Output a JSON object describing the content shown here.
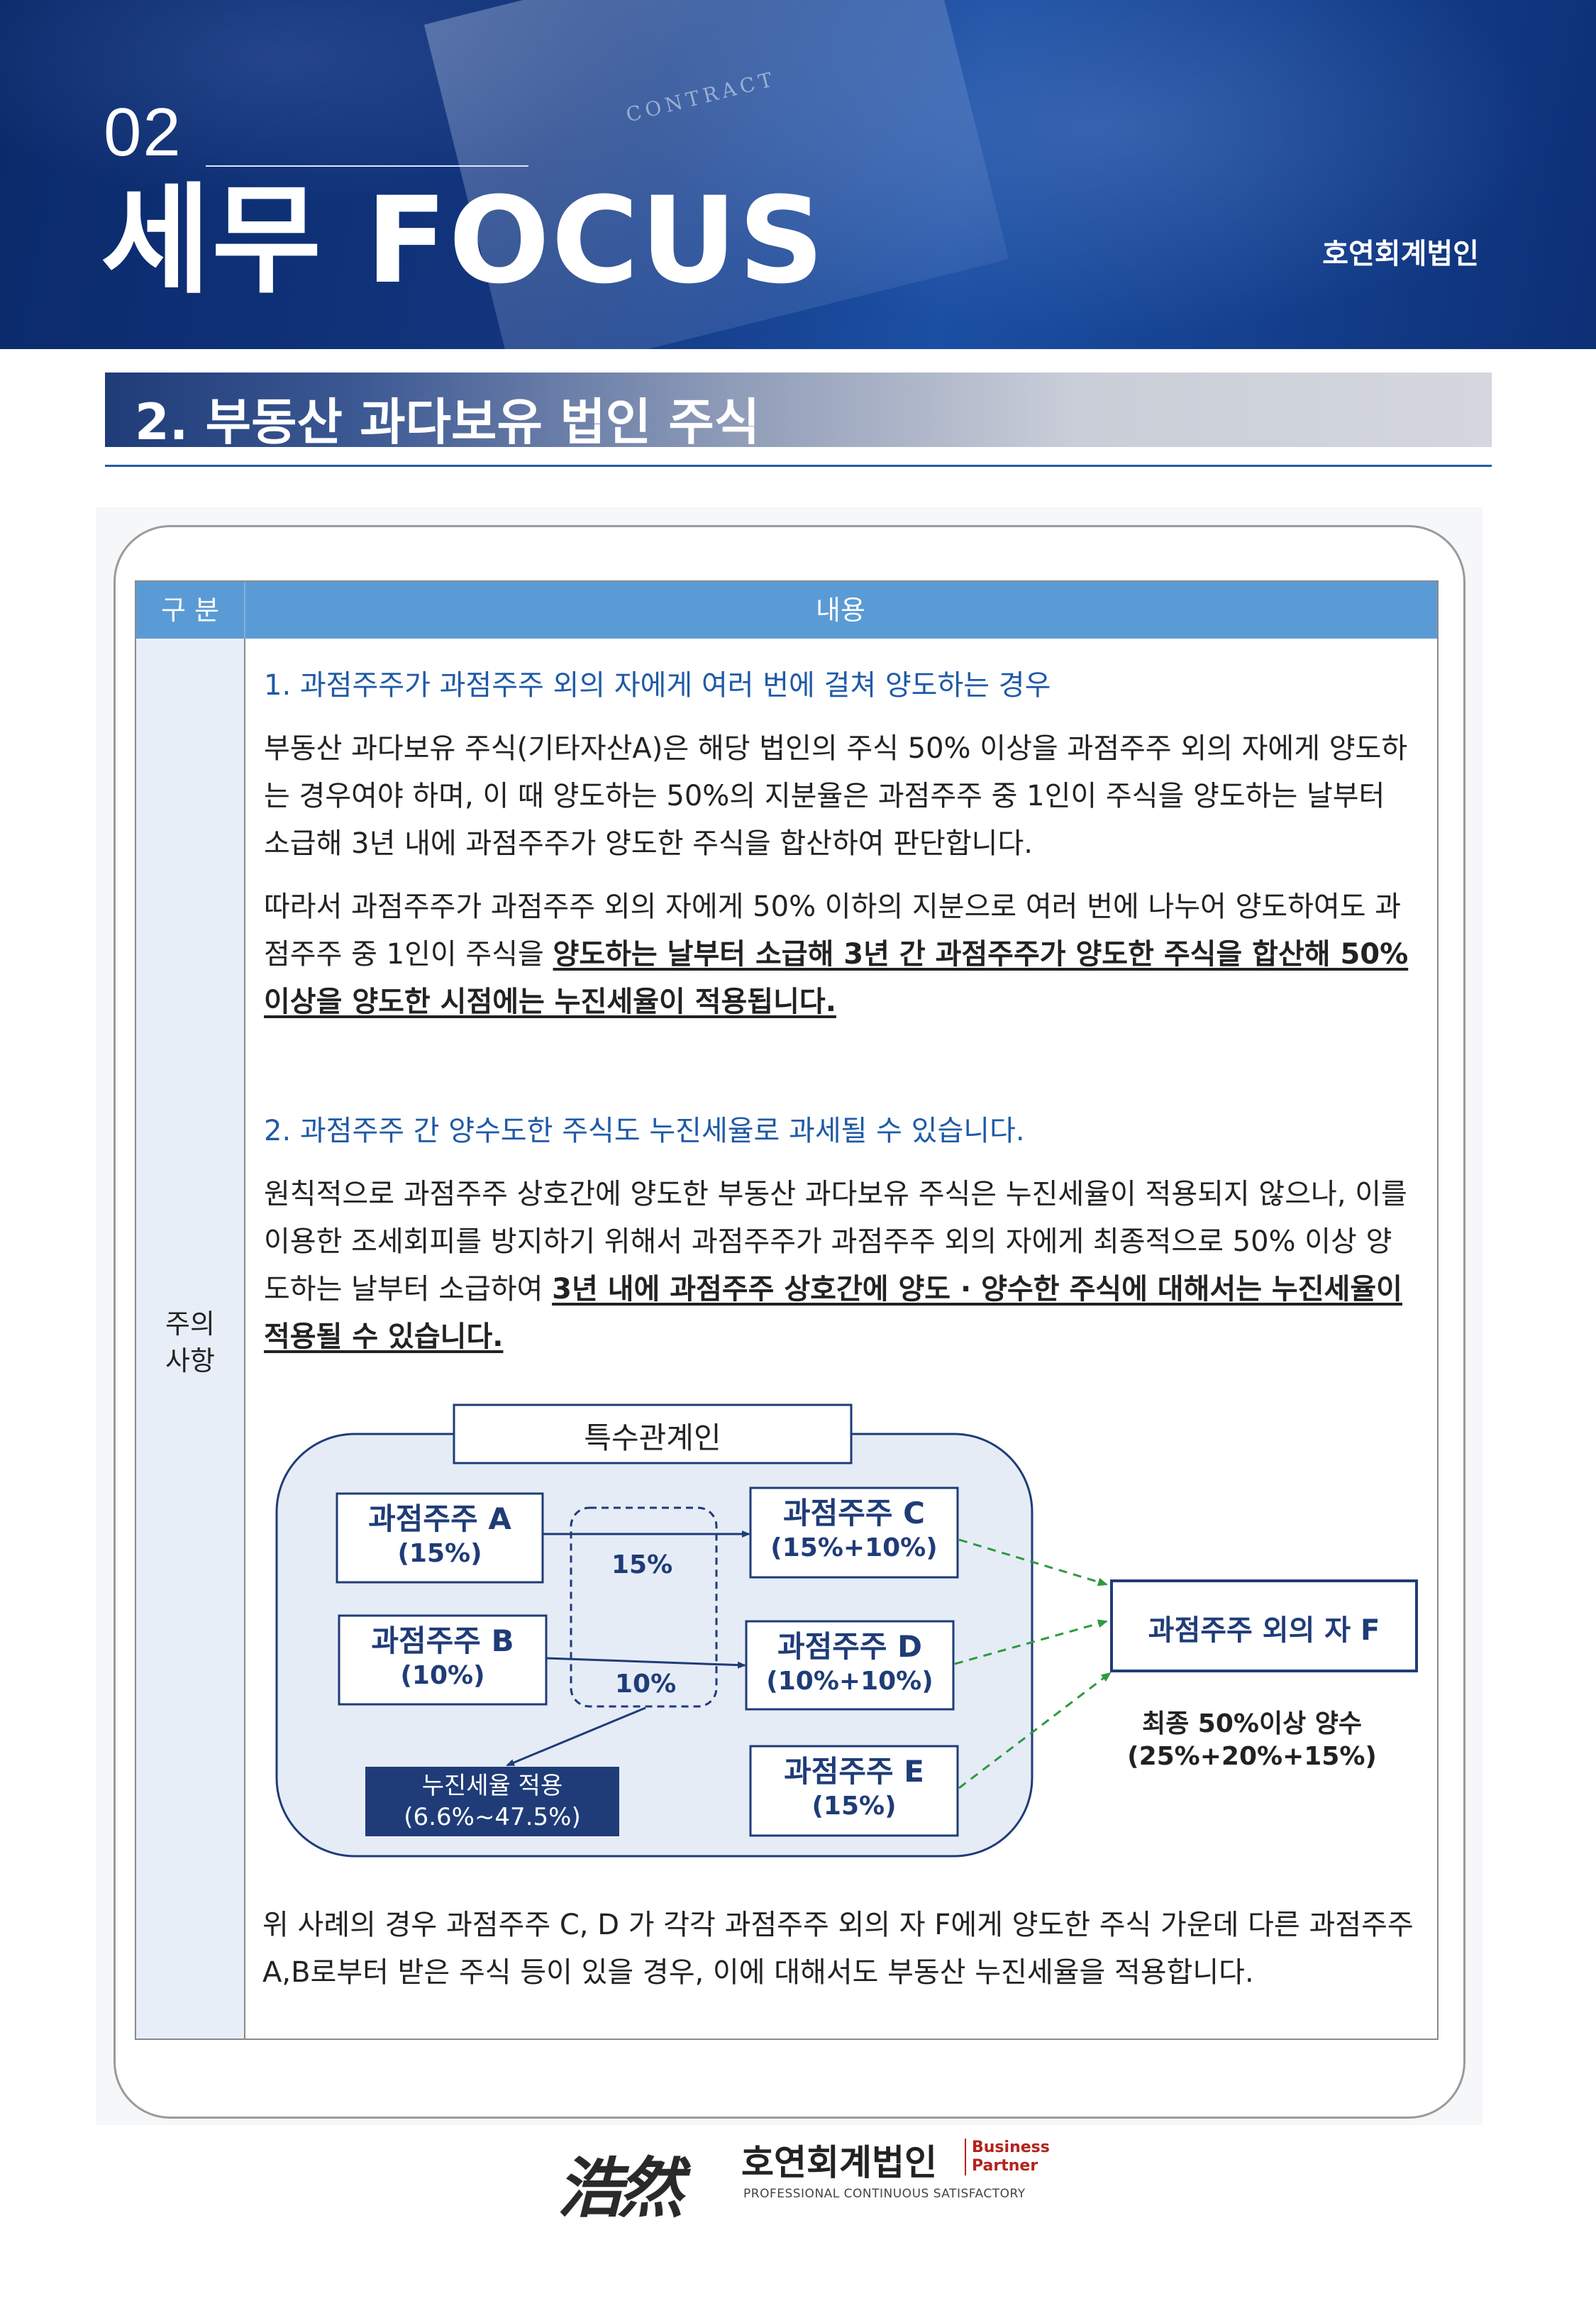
{
  "header": {
    "number": "02",
    "title": "세무 FOCUS",
    "firm": "호연회계법인",
    "bg_word": "CONTRACT"
  },
  "section": {
    "title": "2. 부동산 과다보유 법인 주식"
  },
  "table": {
    "col_head_category": "구 분",
    "col_head_content": "내용",
    "row_label_line1": "주의",
    "row_label_line2": "사항"
  },
  "content": {
    "h1": "1. 과점주주가 과점주주 외의 자에게 여러 번에 걸쳐 양도하는 경우",
    "p1": "부동산 과다보유 주식(기타자산A)은 해당 법인의 주식 50% 이상을 과점주주 외의 자에게 양도하는 경우여야 하며, 이 때 양도하는 50%의 지분율은 과점주주 중 1인이 주식을 양도하는 날부터 소급해 3년 내에 과점주주가 양도한 주식을 합산하여 판단합니다.",
    "p2_pre": "따라서 과점주주가 과점주주 외의 자에게 50% 이하의 지분으로 여러 번에 나누어 양도하여도 과점주주 중 1인이 주식을 ",
    "p2_em": "양도하는 날부터 소급해 3년 간 과점주주가 양도한 주식을 합산해 50% 이상을 양도한 시점에는 누진세율이 적용됩니다.",
    "h2": "2. 과점주주 간 양수도한 주식도 누진세율로 과세될 수 있습니다.",
    "p3_pre": "원칙적으로 과점주주 상호간에 양도한 부동산 과다보유 주식은 누진세율이 적용되지 않으나, 이를 이용한 조세회피를 방지하기 위해서 과점주주가 과점주주 외의 자에게 최종적으로 50% 이상 양도하는 날부터 소급하여 ",
    "p3_em": "3년 내에 과점주주 상호간에 양도 · 양수한 주식에 대해서는 누진세율이 적용될 수 있습니다.",
    "p4": "위 사례의 경우 과점주주 C, D 가 각각 과점주주 외의 자 F에게 양도한 주식 가운데 다른 과점주주 A,B로부터 받은 주식 등이 있을 경우, 이에 대해서도 부동산 누진세율을 적용합니다."
  },
  "diagram": {
    "group_label": "특수관계인",
    "a_label": "과점주주 A",
    "a_sub": "(15%)",
    "b_label": "과점주주 B",
    "b_sub": "(10%)",
    "c_label": "과점주주 C",
    "c_sub": "(15%+10%)",
    "d_label": "과점주주 D",
    "d_sub": "(10%+10%)",
    "e_label": "과점주주 E",
    "e_sub": "(15%)",
    "f_label": "과점주주 외의 자 F",
    "flow_ac": "15%",
    "flow_bd": "10%",
    "tax_line1": "누진세율 적용",
    "tax_line2": "(6.6%~47.5%)",
    "final_line1": "최종 50%이상 양수",
    "final_line2": "(25%+20%+15%)",
    "colors": {
      "navy": "#1f3c78",
      "group_fill": "#e6ecf6",
      "green": "#2e9a3e"
    }
  },
  "footer": {
    "logo_mark": "浩然",
    "firm": "호연회계법인",
    "bp_line1": "Business",
    "bp_line2": "Partner",
    "tagline": "PROFESSIONAL CONTINUOUS SATISFACTORY"
  }
}
